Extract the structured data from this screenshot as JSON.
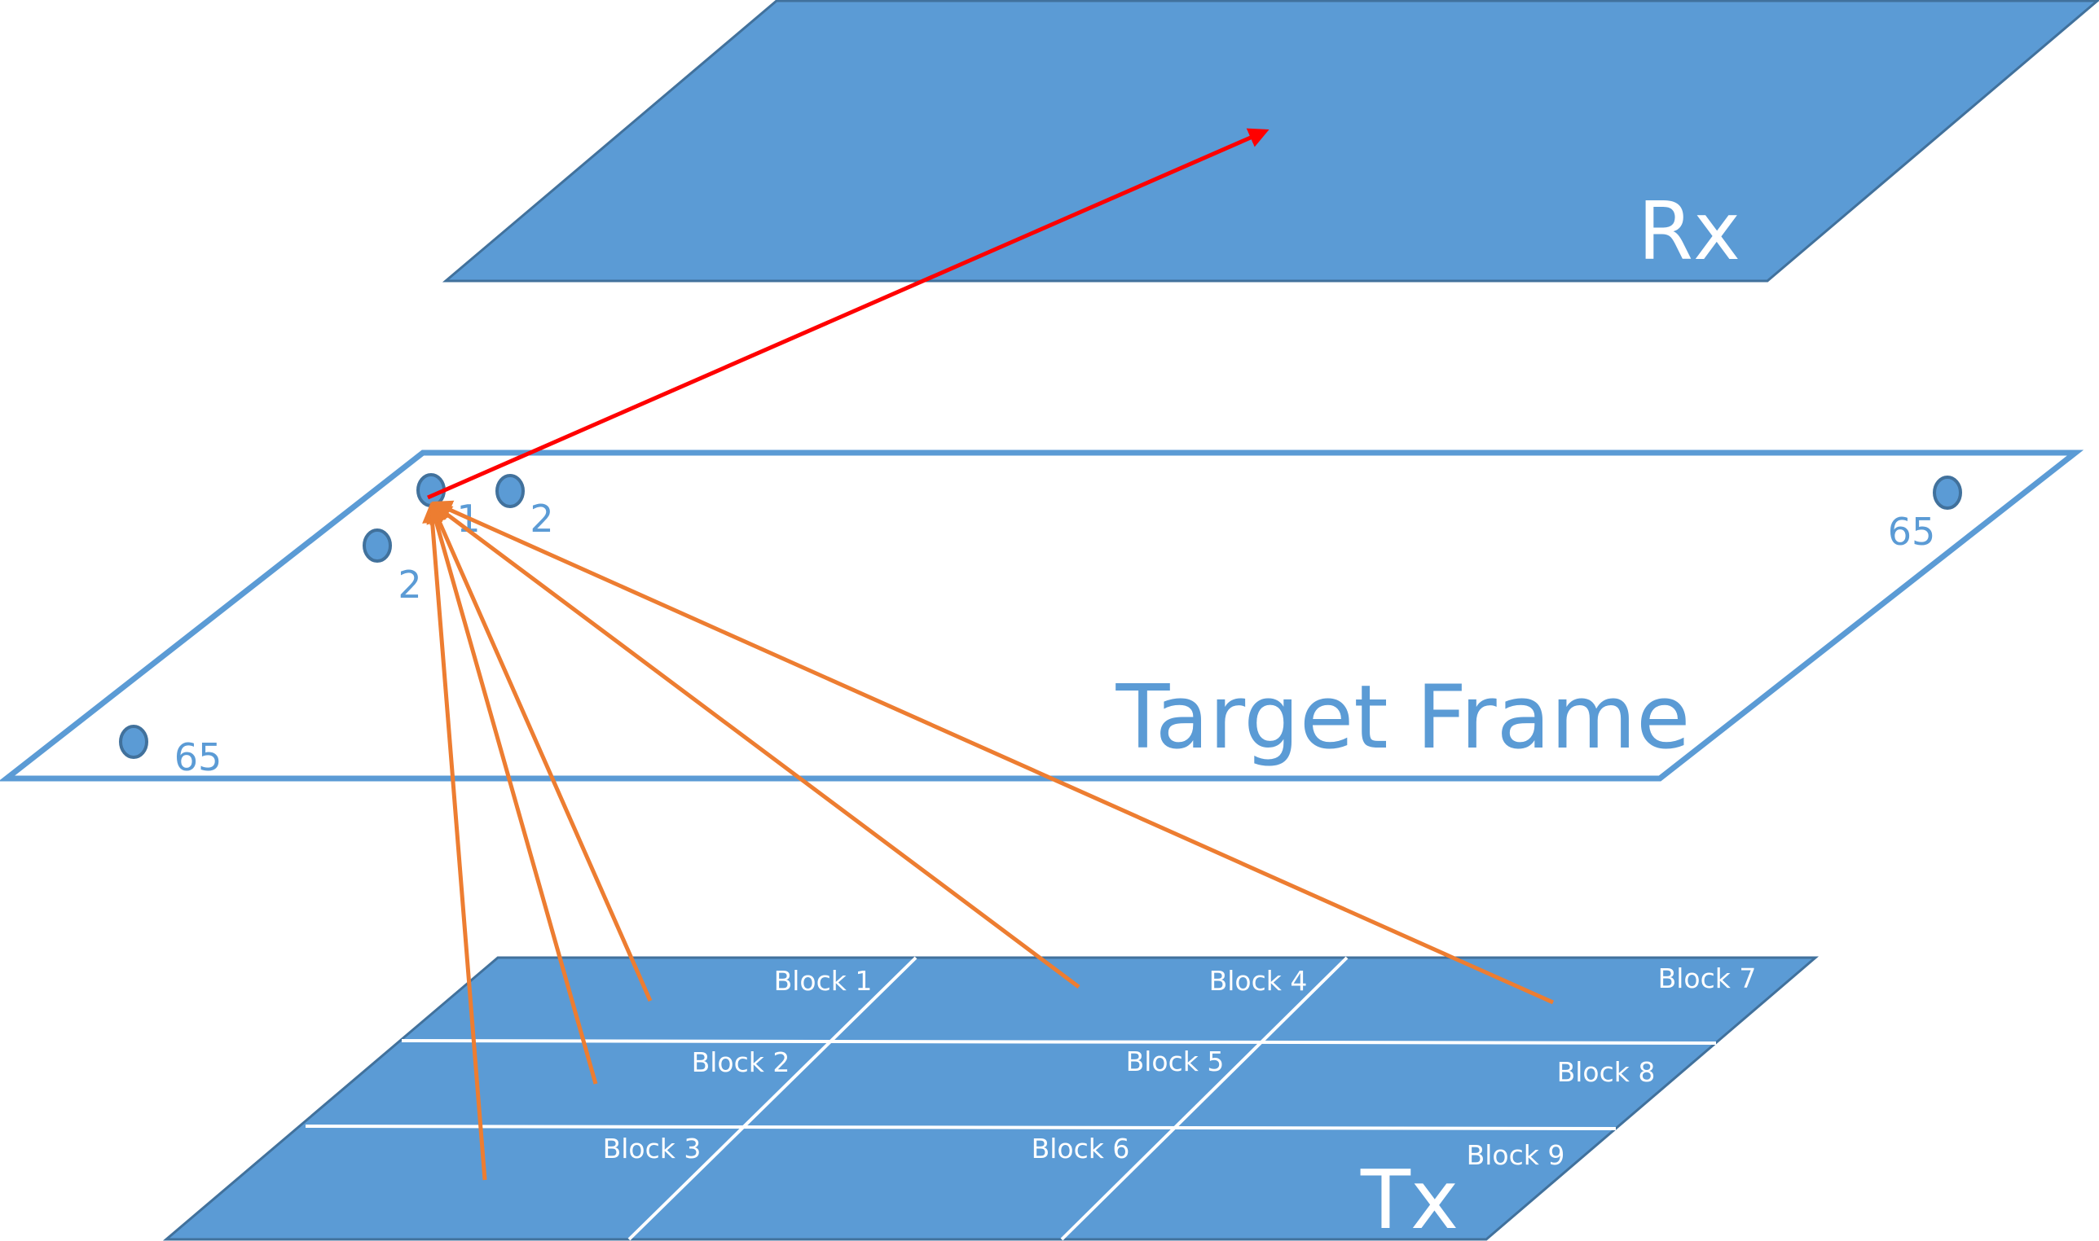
{
  "colors": {
    "plane_fill": "#5B9BD5",
    "plane_edge": "#41719C",
    "frame_stroke": "#5B9BD5",
    "incident_arrow": "#ED7D31",
    "reflected_arrow": "#FF0000",
    "label_white": "#FFFFFF"
  },
  "rx": {
    "label": "Rx"
  },
  "target_frame": {
    "label": "Target Frame",
    "points": [
      {
        "label": "1"
      },
      {
        "label": "2"
      },
      {
        "label": "2"
      },
      {
        "label": "65"
      },
      {
        "label": "65"
      }
    ]
  },
  "tx": {
    "label": "Tx",
    "blocks": [
      "Block 1",
      "Block 2",
      "Block 3",
      "Block 4",
      "Block 5",
      "Block 6",
      "Block 7",
      "Block 8",
      "Block 9"
    ]
  }
}
